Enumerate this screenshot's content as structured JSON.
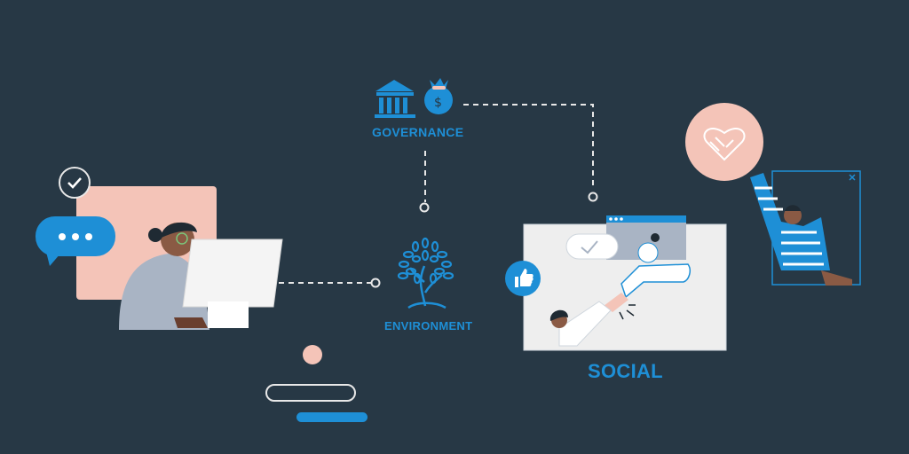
{
  "labels": {
    "governance": "GOVERNANCE",
    "environment": "ENVIRONMENT",
    "social": "SOCIAL"
  },
  "icons": [
    "bank-icon",
    "money-bag-icon",
    "tree-icon",
    "thumbs-up-icon",
    "check-icon",
    "chat-bubble-icon",
    "heart-handshake-icon",
    "close-icon"
  ],
  "colors": {
    "background": "#273845",
    "accent_blue": "#1e8fd6",
    "peach": "#f4c4b8",
    "light_panel": "#eeeeee",
    "dashed_line": "#e8e8e8"
  }
}
